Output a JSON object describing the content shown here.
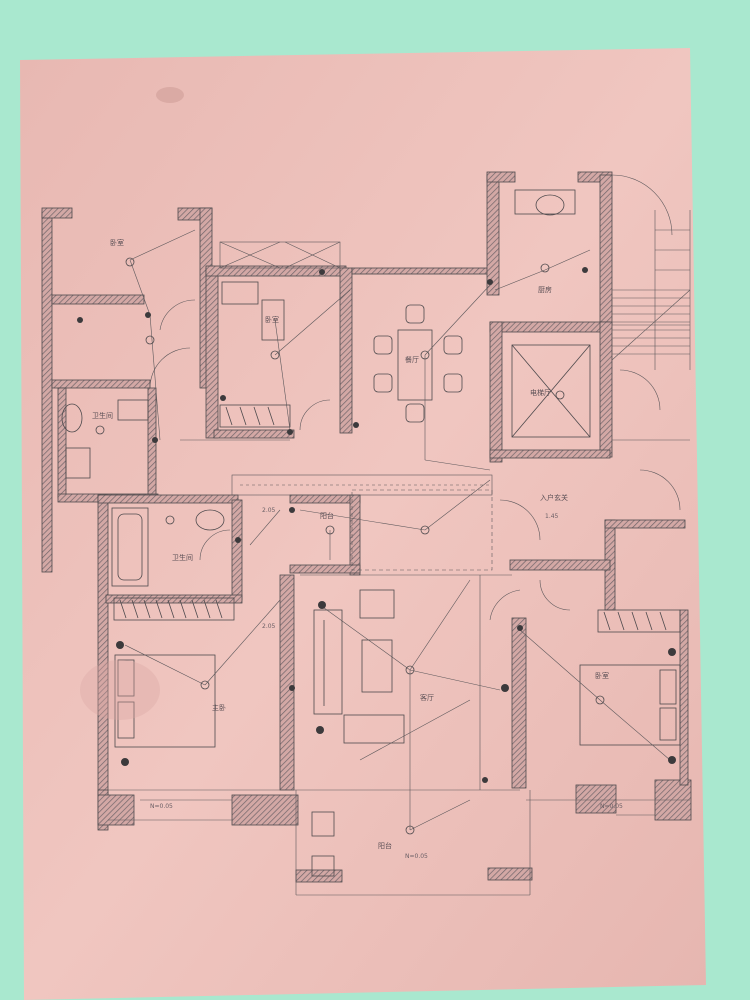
{
  "colors": {
    "background": "#a9e8cf",
    "paper": "#eec1bb",
    "ink": "#4e4a4d",
    "hatch": "#7b6f73"
  },
  "rooms": {
    "r1": "卧室",
    "r2": "卫生间",
    "r3": "卧室",
    "r4": "餐厅",
    "r5": "厨房",
    "r6": "电梯厅",
    "r7": "卫生间",
    "r8": "入户玄关",
    "r9": "阳台",
    "r10": "主卧",
    "r11": "客厅",
    "r12": "卧室",
    "r13": "阳台"
  },
  "notes": {
    "n1": "N=0.05",
    "n2": "N=0.05",
    "n3": "N=0.05",
    "n4": "1.45",
    "n5": "2.05",
    "n6": "2.05"
  }
}
